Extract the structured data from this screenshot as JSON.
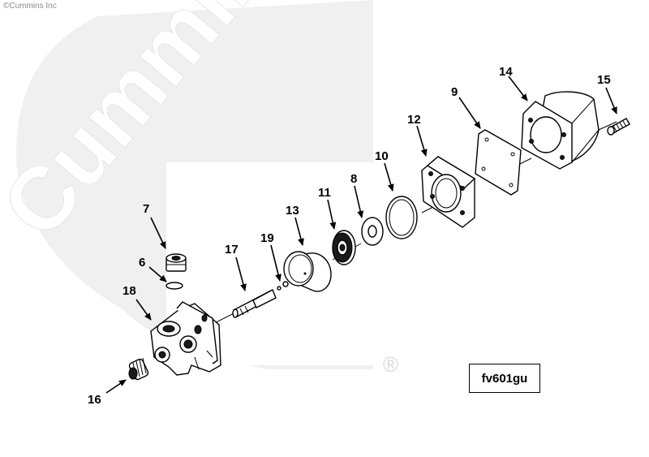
{
  "copyright": "©Cummins Inc",
  "watermark": {
    "brand": "Cummins",
    "registered_mark": "®",
    "color": "#efefef"
  },
  "figure_code": "fv601gu",
  "callouts": {
    "p6": "6",
    "p7": "7",
    "p8": "8",
    "p9": "9",
    "p10": "10",
    "p11": "11",
    "p12": "12",
    "p13": "13",
    "p14": "14",
    "p15": "15",
    "p16": "16",
    "p17": "17",
    "p18": "18",
    "p19": "19"
  }
}
